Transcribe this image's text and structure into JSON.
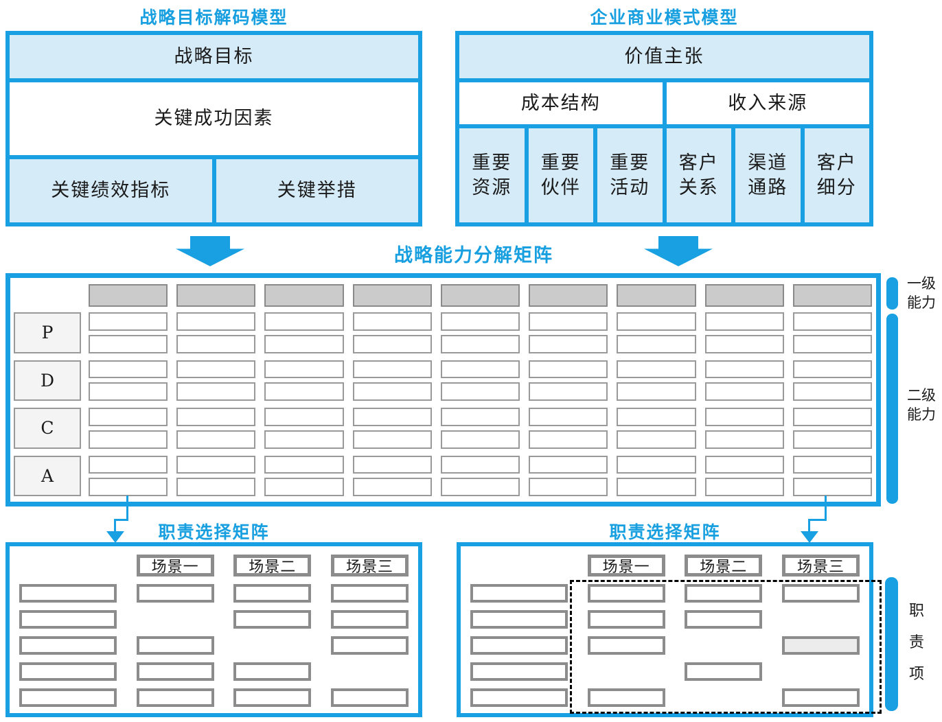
{
  "colors": {
    "accent_blue": "#18a0e2",
    "light_blue_fill": "#d6ebf8",
    "gray_header_fill": "#cbcbcb",
    "thin_cell_border": "#999999",
    "thick_box_border": "#8c8c8c",
    "gray_cell_fill": "#ececec"
  },
  "decode_model": {
    "title": "战略目标解码模型",
    "goal": "战略目标",
    "success_factors": "关键成功因素",
    "kpi": "关键绩效指标",
    "initiatives": "关键举措"
  },
  "business_model": {
    "title": "企业商业模式模型",
    "value_proposition": "价值主张",
    "cost_structure": "成本结构",
    "revenue_source": "收入来源",
    "columns": [
      {
        "label": "重要\n资源"
      },
      {
        "label": "重要\n伙伴"
      },
      {
        "label": "重要\n活动"
      },
      {
        "label": "客户\n关系"
      },
      {
        "label": "渠道\n通路"
      },
      {
        "label": "客户\n细分"
      }
    ]
  },
  "capability_matrix": {
    "title": "战略能力分解矩阵",
    "row_groups": [
      "P",
      "D",
      "C",
      "A"
    ],
    "columns": 9,
    "rows_per_group": 2,
    "level1_label": "一级\n能力",
    "level2_label": "二级\n能力"
  },
  "responsibility_left": {
    "title": "职责选择矩阵",
    "scenarios": [
      "场景一",
      "场景二",
      "场景三"
    ],
    "rows": [
      [
        1,
        1,
        1,
        1
      ],
      [
        1,
        0,
        1,
        1
      ],
      [
        1,
        1,
        0,
        1
      ],
      [
        1,
        1,
        1,
        0
      ],
      [
        1,
        1,
        1,
        1
      ]
    ]
  },
  "responsibility_right": {
    "title": "职责选择矩阵",
    "scenarios": [
      "场景一",
      "场景二",
      "场景三"
    ],
    "rows": [
      [
        1,
        1,
        1,
        1
      ],
      [
        1,
        1,
        1,
        0
      ],
      [
        1,
        1,
        0,
        2
      ],
      [
        1,
        0,
        1,
        0
      ],
      [
        1,
        1,
        0,
        1
      ]
    ],
    "side_label": "职\n责\n项"
  }
}
